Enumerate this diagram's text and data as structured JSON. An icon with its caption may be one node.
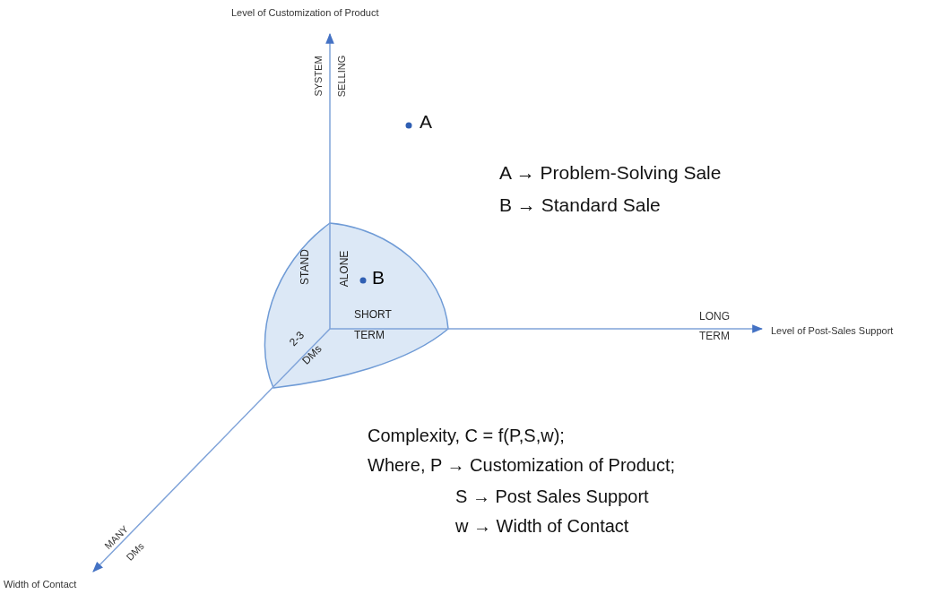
{
  "diagram": {
    "nodes": [
      {
        "text": [
          "STAND",
          "ALONE",
          "B",
          "SHORT",
          "TERM",
          "2-3",
          "DMs"
        ]
      }
    ],
    "labels": [
      "Level of Customization of Product",
      "SYSTEM",
      "SELLING",
      "A",
      "A → Problem-Solving Sale",
      "B → Standard Sale",
      "LONG",
      "TERM",
      "Level of Post-Sales Support",
      "Complexity, C = f(P,S,w);",
      "Where, P → Customization of Product;",
      "S → Post Sales Support",
      "w → Width of Contact",
      "MANY",
      "DMs",
      "Width of Contact"
    ]
  }
}
